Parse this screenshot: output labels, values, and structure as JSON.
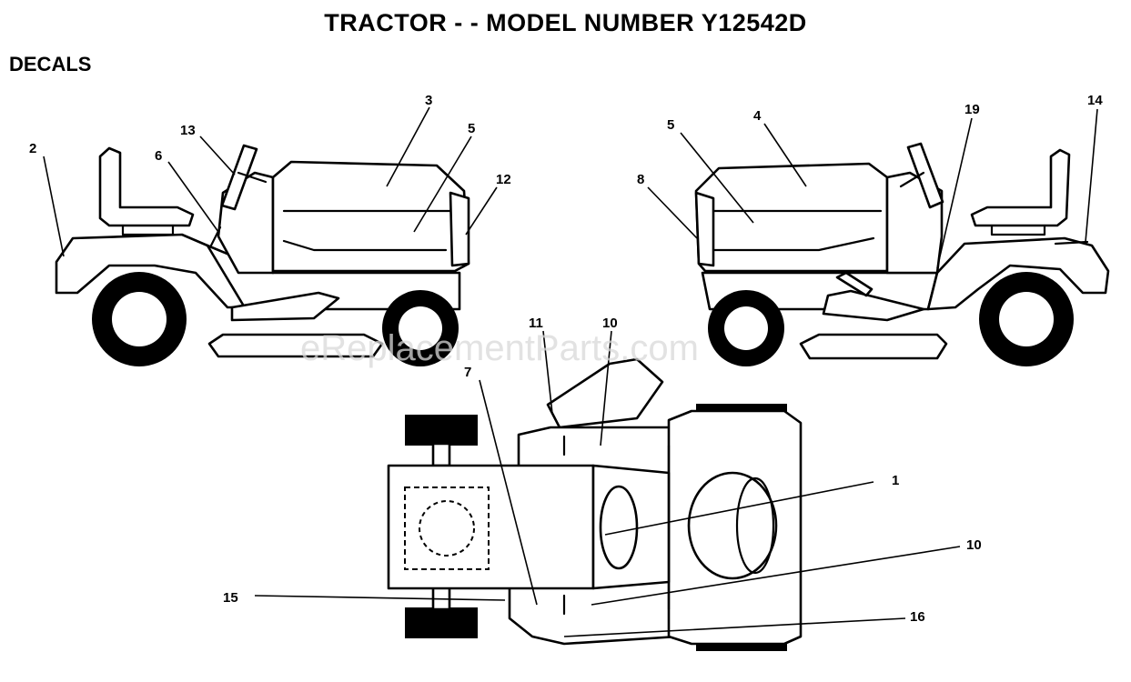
{
  "header": {
    "title": "TRACTOR - - MODEL NUMBER Y12542D",
    "section": "DECALS"
  },
  "watermark": "eReplacementParts.com",
  "callouts": {
    "left_view": [
      "2",
      "13",
      "6",
      "3",
      "5",
      "12"
    ],
    "right_view": [
      "8",
      "5",
      "4",
      "19",
      "14"
    ],
    "top_view": [
      "11",
      "10",
      "7",
      "1",
      "10",
      "15",
      "16"
    ]
  }
}
